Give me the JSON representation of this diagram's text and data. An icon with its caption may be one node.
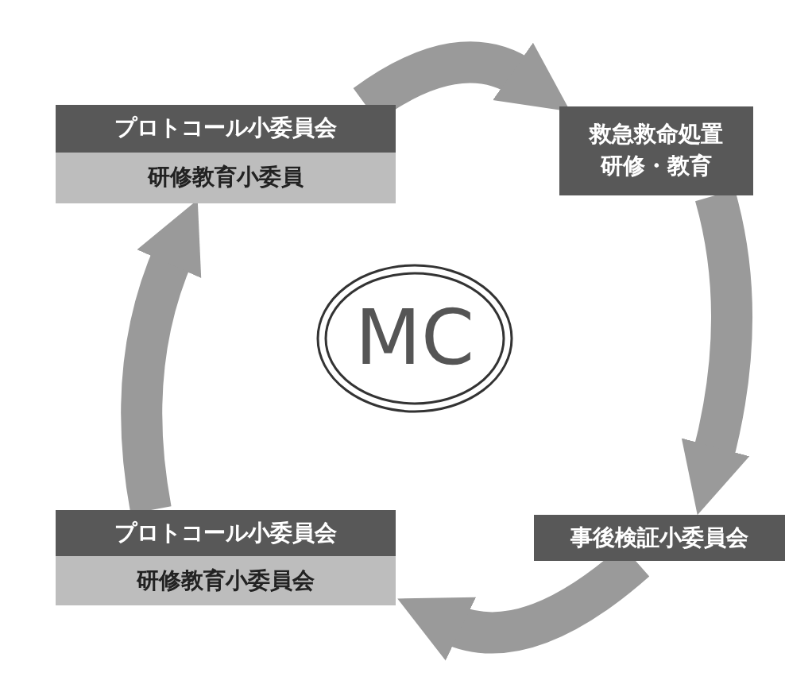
{
  "diagram": {
    "nodes": [
      {
        "text": [
          "プロトコール小委員会"
        ]
      },
      {
        "text": [
          "研修教育小委員"
        ]
      },
      {
        "text": [
          "救急救命処置研修・教育"
        ]
      },
      {
        "text": [
          "MC"
        ]
      },
      {
        "text": [
          "事後検証小委員会"
        ]
      },
      {
        "text": [
          "プロトコール小委員会"
        ]
      },
      {
        "text": [
          "研修教育小委員会"
        ]
      }
    ],
    "edges": [
      {
        "from": 0,
        "to": 2,
        "arrow": "to"
      },
      {
        "from": 2,
        "to": 4,
        "arrow": "to"
      },
      {
        "from": 4,
        "to": 6,
        "arrow": "to"
      },
      {
        "from": 5,
        "to": 1,
        "arrow": "to"
      }
    ]
  }
}
